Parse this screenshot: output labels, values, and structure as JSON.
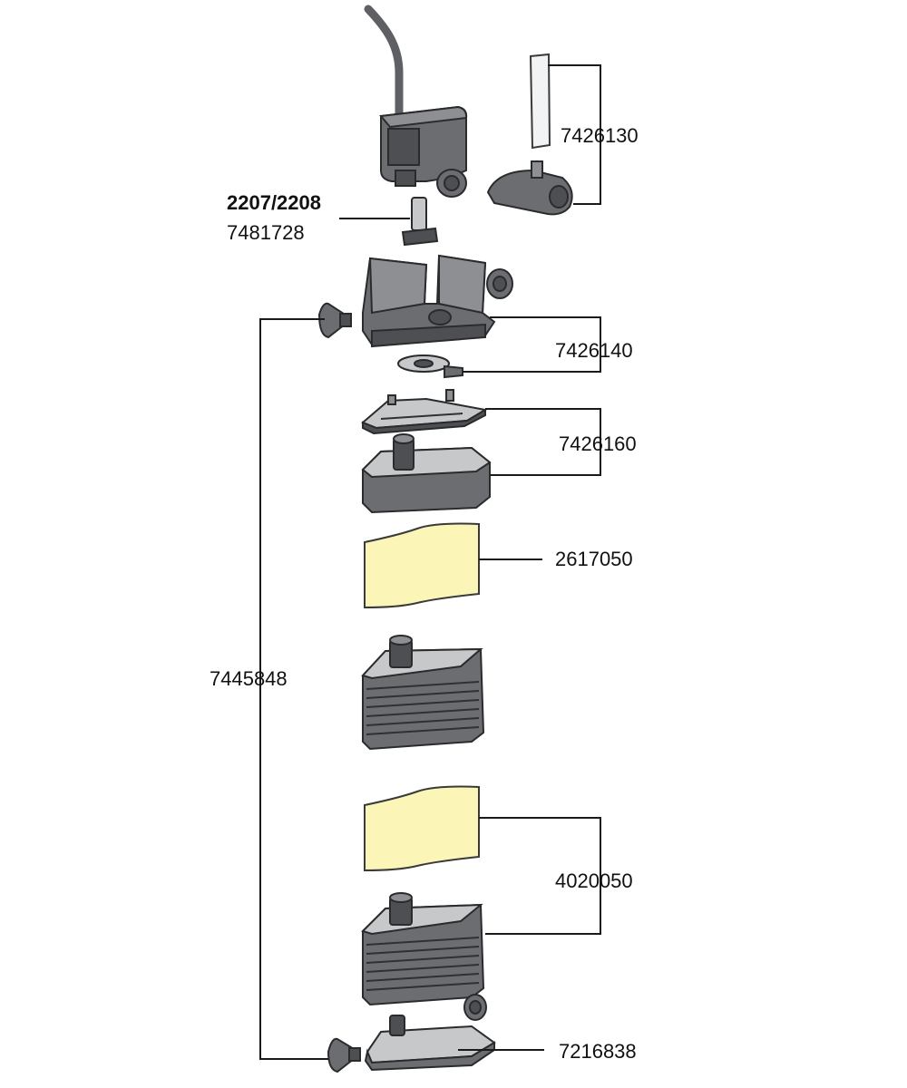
{
  "parts": {
    "p7426130": "7426130",
    "p2207_2208": "2207/2208",
    "p7481728": "7481728",
    "p7426140": "7426140",
    "p7426160": "7426160",
    "p2617050": "2617050",
    "p7445848": "7445848",
    "p4020050": "4020050",
    "p7216838": "7216838"
  },
  "colors": {
    "housing": "#6b6d71",
    "sponge": "#fbf6b8",
    "line": "#1a1a1a"
  }
}
